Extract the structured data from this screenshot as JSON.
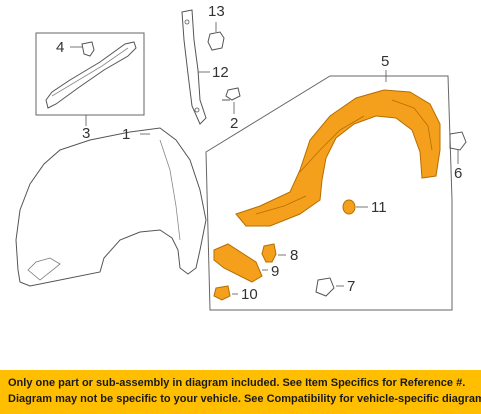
{
  "callouts": {
    "c1": "1",
    "c2": "2",
    "c3": "3",
    "c4": "4",
    "c5": "5",
    "c6": "6",
    "c7": "7",
    "c8": "8",
    "c9": "9",
    "c10": "10",
    "c11": "11",
    "c12": "12",
    "c13": "13"
  },
  "banner": {
    "line1": "Only one part or sub-assembly in diagram included. See Item Specifics for Reference #.",
    "line2": "Diagram may not be specific to your vehicle. See Compatibility for vehicle-specific diagrams."
  },
  "colors": {
    "highlight_part": "#f4a01c",
    "banner_bg": "#ffbe00",
    "line_art": "#555555"
  }
}
